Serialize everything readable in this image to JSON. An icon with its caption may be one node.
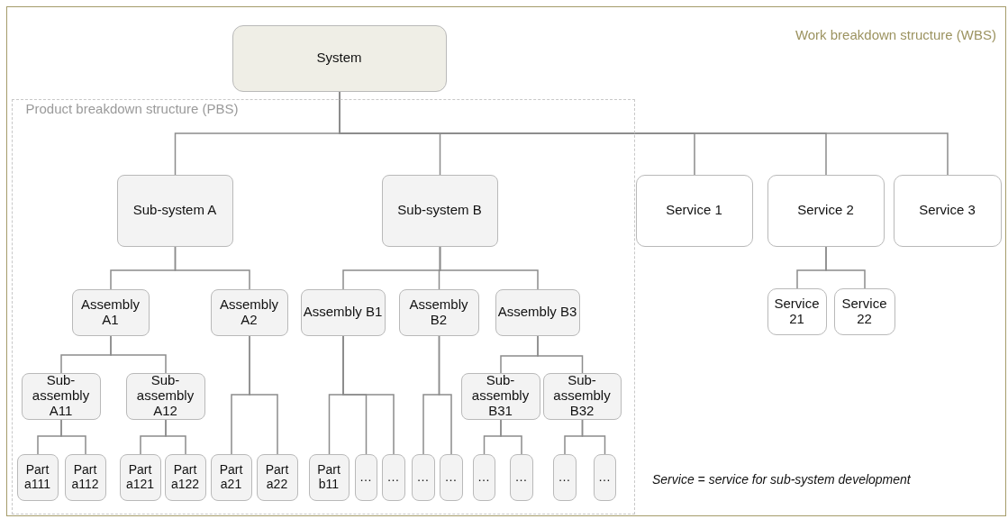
{
  "diagram": {
    "nodes": [
      {
        "text": [
          "Work breakdown structure (WBS)"
        ]
      },
      {
        "text": [
          "System"
        ],
        "in": 0
      },
      {
        "text": [
          "Product breakdown structure (PBS)"
        ],
        "in": 0
      },
      {
        "text": [
          "Sub-system A"
        ],
        "in": 2
      },
      {
        "text": [
          "Sub-system B"
        ],
        "in": 2
      },
      {
        "text": [
          "Service 1"
        ],
        "in": 0
      },
      {
        "text": [
          "Service 2"
        ],
        "in": 0
      },
      {
        "text": [
          "Service 3"
        ],
        "in": 0
      },
      {
        "text": [
          "Assembly A1"
        ],
        "in": 2
      },
      {
        "text": [
          "Assembly A2"
        ],
        "in": 2
      },
      {
        "text": [
          "Assembly B1"
        ],
        "in": 2
      },
      {
        "text": [
          "Assembly B2"
        ],
        "in": 2
      },
      {
        "text": [
          "Assembly B3"
        ],
        "in": 2
      },
      {
        "text": [
          "Service 21"
        ],
        "in": 0
      },
      {
        "text": [
          "Service 22"
        ],
        "in": 0
      },
      {
        "text": [
          "Sub-assembly A11"
        ],
        "in": 2
      },
      {
        "text": [
          "Sub-assembly A12"
        ],
        "in": 2
      },
      {
        "text": [
          "Sub-assembly B31"
        ],
        "in": 2
      },
      {
        "text": [
          "Sub-assembly B32"
        ],
        "in": 2
      },
      {
        "text": [
          "Part a111"
        ],
        "in": 2
      },
      {
        "text": [
          "Part a112"
        ],
        "in": 2
      },
      {
        "text": [
          "Part a121"
        ],
        "in": 2
      },
      {
        "text": [
          "Part a122"
        ],
        "in": 2
      },
      {
        "text": [
          "Part a21"
        ],
        "in": 2
      },
      {
        "text": [
          "Part a22"
        ],
        "in": 2
      },
      {
        "text": [
          "Part b11"
        ],
        "in": 2
      },
      {
        "text": [
          "…"
        ],
        "in": 2
      },
      {
        "text": [
          "…"
        ],
        "in": 2
      },
      {
        "text": [
          "…"
        ],
        "in": 2
      },
      {
        "text": [
          "…"
        ],
        "in": 2
      },
      {
        "text": [
          "…"
        ],
        "in": 2
      },
      {
        "text": [
          "…"
        ],
        "in": 2
      },
      {
        "text": [
          "…"
        ],
        "in": 2
      },
      {
        "text": [
          "…"
        ],
        "in": 2
      }
    ],
    "edges": [
      {
        "from": 1,
        "to": 3,
        "arrow": "none"
      },
      {
        "from": 1,
        "to": 4,
        "arrow": "none"
      },
      {
        "from": 1,
        "to": 5,
        "arrow": "none"
      },
      {
        "from": 1,
        "to": 6,
        "arrow": "none"
      },
      {
        "from": 1,
        "to": 7,
        "arrow": "none"
      },
      {
        "from": 3,
        "to": 8,
        "arrow": "none"
      },
      {
        "from": 3,
        "to": 9,
        "arrow": "none"
      },
      {
        "from": 4,
        "to": 10,
        "arrow": "none"
      },
      {
        "from": 4,
        "to": 11,
        "arrow": "none"
      },
      {
        "from": 4,
        "to": 12,
        "arrow": "none"
      },
      {
        "from": 6,
        "to": 13,
        "arrow": "none"
      },
      {
        "from": 6,
        "to": 14,
        "arrow": "none"
      },
      {
        "from": 8,
        "to": 15,
        "arrow": "none"
      },
      {
        "from": 8,
        "to": 16,
        "arrow": "none"
      },
      {
        "from": 12,
        "to": 17,
        "arrow": "none"
      },
      {
        "from": 12,
        "to": 18,
        "arrow": "none"
      },
      {
        "from": 15,
        "to": 19,
        "arrow": "none"
      },
      {
        "from": 15,
        "to": 20,
        "arrow": "none"
      },
      {
        "from": 16,
        "to": 21,
        "arrow": "none"
      },
      {
        "from": 16,
        "to": 22,
        "arrow": "none"
      },
      {
        "from": 9,
        "to": 23,
        "arrow": "none"
      },
      {
        "from": 9,
        "to": 24,
        "arrow": "none"
      },
      {
        "from": 10,
        "to": 25,
        "arrow": "none"
      },
      {
        "from": 10,
        "to": 26,
        "arrow": "none"
      },
      {
        "from": 10,
        "to": 27,
        "arrow": "none"
      },
      {
        "from": 11,
        "to": 28,
        "arrow": "none"
      },
      {
        "from": 11,
        "to": 29,
        "arrow": "none"
      },
      {
        "from": 17,
        "to": 30,
        "arrow": "none"
      },
      {
        "from": 17,
        "to": 31,
        "arrow": "none"
      },
      {
        "from": 18,
        "to": 32,
        "arrow": "none"
      },
      {
        "from": 18,
        "to": 33,
        "arrow": "none"
      }
    ],
    "labels": [
      "Service = service for sub-system development"
    ]
  }
}
